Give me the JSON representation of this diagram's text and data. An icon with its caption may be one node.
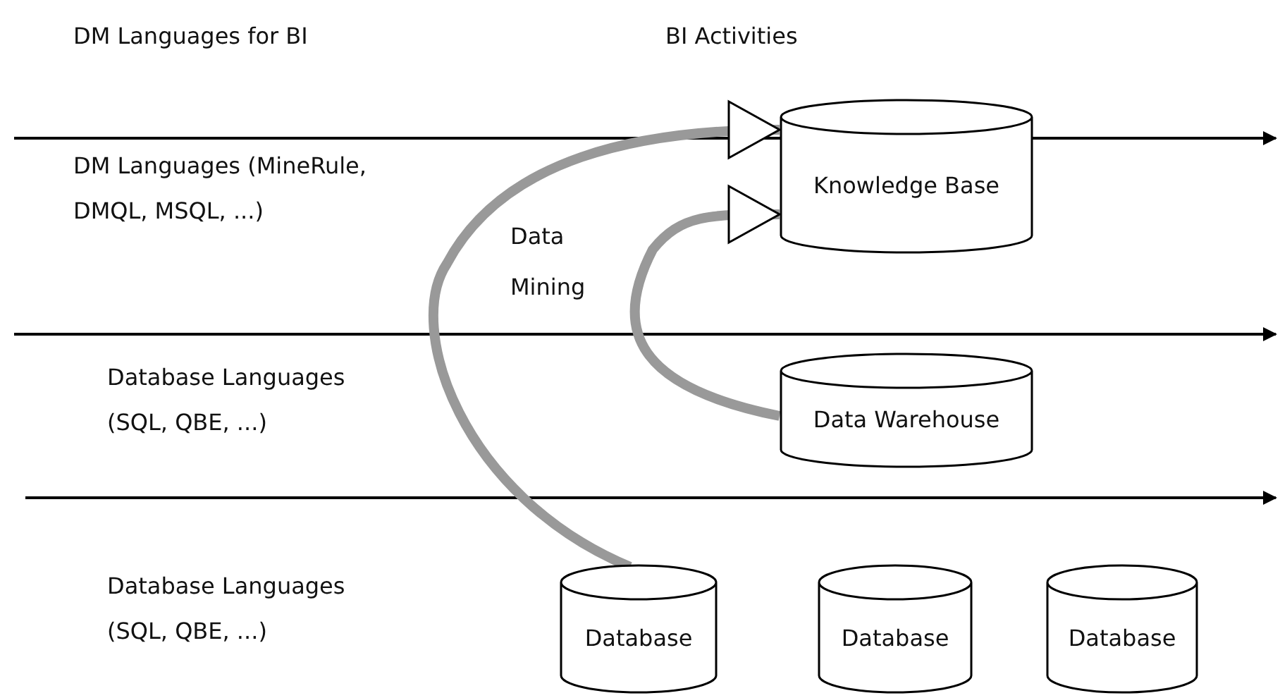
{
  "diagram": {
    "nodes": [
      {
        "text": [
          "Knowledge Base"
        ]
      },
      {
        "text": [
          "Data Warehouse"
        ]
      },
      {
        "text": [
          "Database"
        ]
      },
      {
        "text": [
          "Database"
        ]
      },
      {
        "text": [
          "Database"
        ]
      }
    ],
    "edges": [
      {
        "from": 2,
        "to": 0,
        "arrow": "to",
        "label": "Data Mining"
      },
      {
        "from": 1,
        "to": 0,
        "arrow": "to"
      }
    ],
    "labels": [
      "DM Languages for BI",
      "BI Activities",
      "DM Languages (MineRule, DMQL, MSQL, ...)",
      "Database Languages (SQL, QBE, ...)",
      "Database Languages (SQL, QBE, ...)"
    ]
  }
}
